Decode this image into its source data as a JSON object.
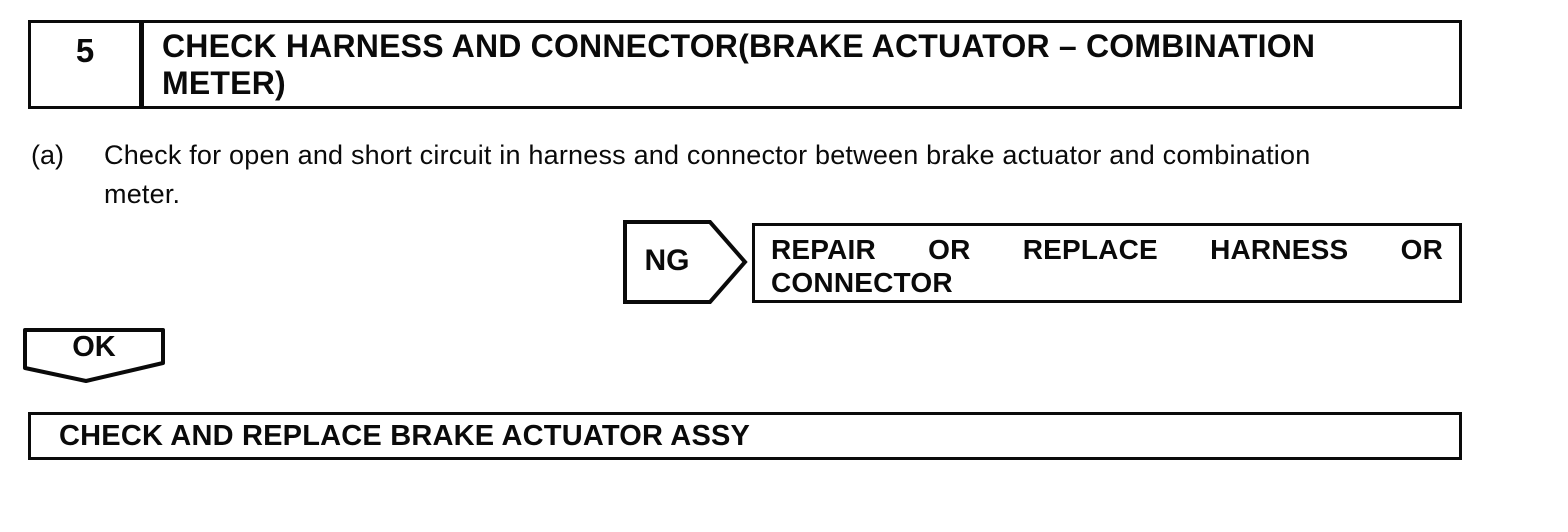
{
  "doc": {
    "step_header": {
      "number": "5",
      "title_lines": [
        "CHECK HARNESS AND CONNECTOR(BRAKE ACTUATOR – COMBINATION",
        "METER)"
      ]
    },
    "instruction": {
      "label": "(a)",
      "lines": [
        "Check for open and short circuit in harness and connector between brake actuator and combination",
        "meter."
      ]
    },
    "ng_branch": {
      "label": "NG",
      "result_lines": [
        "REPAIR OR REPLACE HARNESS OR",
        "CONNECTOR"
      ]
    },
    "ok_branch": {
      "label": "OK"
    },
    "final_action": "CHECK AND REPLACE BRAKE ACTUATOR ASSY",
    "colors": {
      "ink": "#0a0a0a",
      "paper": "#ffffff"
    }
  }
}
